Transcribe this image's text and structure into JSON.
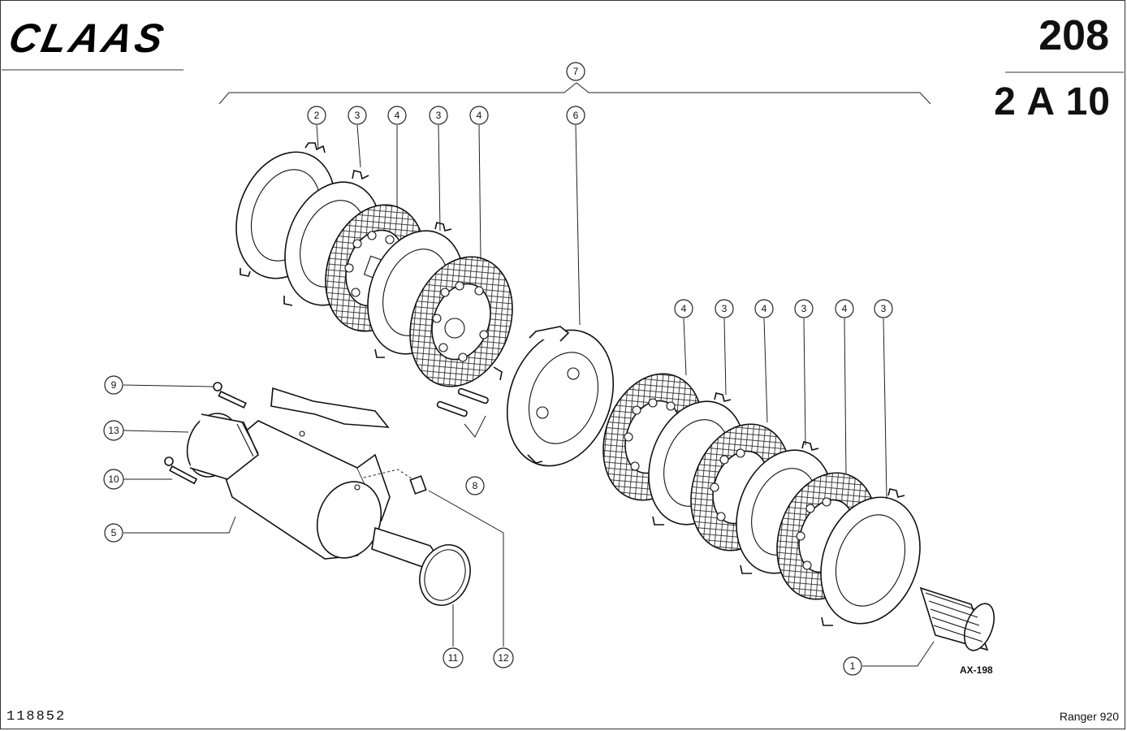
{
  "header": {
    "brand": "CLAAS",
    "page_number": "208",
    "section_code": "2 A 10"
  },
  "footer": {
    "drawing_number": "118852",
    "model": "Ranger 920"
  },
  "ref_code": "AX-198",
  "callouts": [
    {
      "id": "c7",
      "label": "7"
    },
    {
      "id": "c2",
      "label": "2"
    },
    {
      "id": "c3a",
      "label": "3"
    },
    {
      "id": "c4a",
      "label": "4"
    },
    {
      "id": "c3b",
      "label": "3"
    },
    {
      "id": "c4b",
      "label": "4"
    },
    {
      "id": "c6",
      "label": "6"
    },
    {
      "id": "c4c",
      "label": "4"
    },
    {
      "id": "c3c",
      "label": "3"
    },
    {
      "id": "c4d",
      "label": "4"
    },
    {
      "id": "c3d",
      "label": "3"
    },
    {
      "id": "c4e",
      "label": "4"
    },
    {
      "id": "c3e",
      "label": "3"
    },
    {
      "id": "c9",
      "label": "9"
    },
    {
      "id": "c13",
      "label": "13"
    },
    {
      "id": "c10",
      "label": "10"
    },
    {
      "id": "c5",
      "label": "5"
    },
    {
      "id": "c8",
      "label": "8"
    },
    {
      "id": "c11",
      "label": "11"
    },
    {
      "id": "c12",
      "label": "12"
    },
    {
      "id": "c1",
      "label": "1"
    }
  ]
}
